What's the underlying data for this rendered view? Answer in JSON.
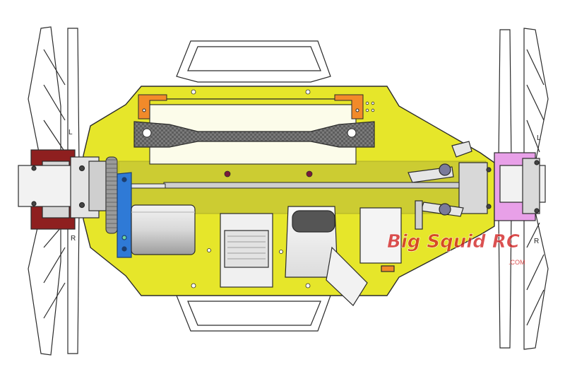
{
  "drawing": {
    "left_arm_marks": [
      "L",
      "R"
    ],
    "right_arm_marks": [
      "L",
      "R"
    ]
  },
  "watermark": {
    "main": "Big Squid RC",
    "sub": ".COM"
  },
  "colors": {
    "chassis": "#e6e62a",
    "rear_hub": "#8e1f1f",
    "front_hub": "#e8a0e8",
    "motor_mount": "#2f7ad6",
    "brace": "#f28a2a",
    "carbon": "#6b6b6b",
    "outline": "#2b2b2b",
    "watermark_red": "#d22020"
  }
}
